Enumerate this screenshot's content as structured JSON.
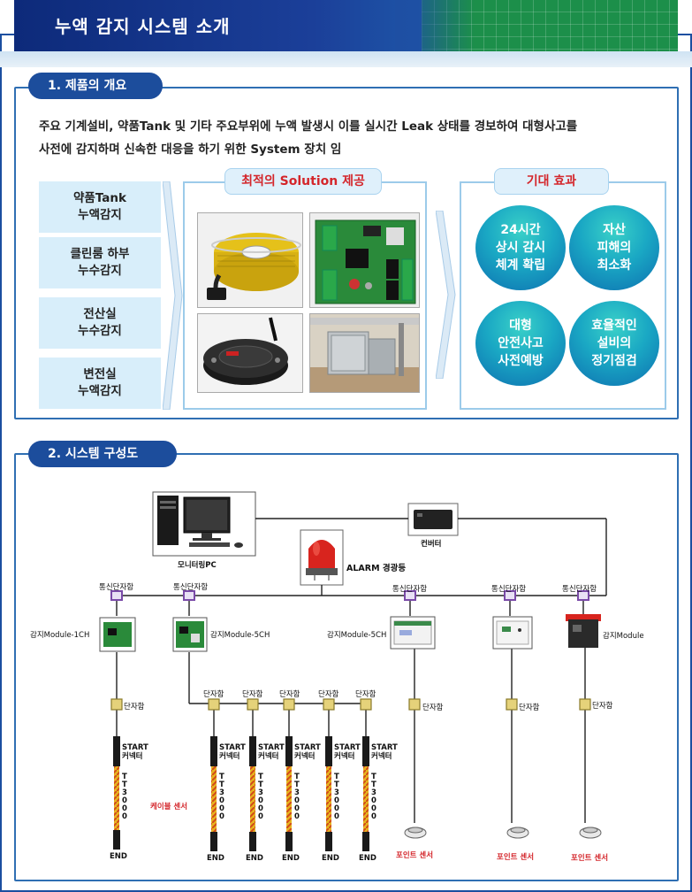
{
  "header": {
    "title": "누액 감지 시스템 소개"
  },
  "section1": {
    "tab": "1. 제품의 개요",
    "intro_line1": "주요 기계설비, 약품Tank 및 기타 주요부위에 누액 발생시 이를 실시간 Leak 상태를  경보하여 대형사고를",
    "intro_line2": "사전에 감지하며 신속한 대응을 하기 위한 System 장치 임",
    "applications": [
      {
        "line1": "약품Tank",
        "line2": "누액감지"
      },
      {
        "line1": "클린룸 하부",
        "line2": "누수감지"
      },
      {
        "line1": "전산실",
        "line2": "누수감지"
      },
      {
        "line1": "변전실",
        "line2": "누액감지"
      }
    ],
    "solution_title": "최적의 Solution 제공",
    "effects_title": "기대 효과",
    "effects": [
      {
        "line1": "24시간",
        "line2": "상시 감시",
        "line3": "체계 확립"
      },
      {
        "line1": "자산",
        "line2": "피해의",
        "line3": "최소화"
      },
      {
        "line1": "대형",
        "line2": "안전사고",
        "line3": "사전예방"
      },
      {
        "line1": "효율적인",
        "line2": "설비의",
        "line3": "정기점검"
      }
    ]
  },
  "section2": {
    "tab": "2. 시스템 구성도",
    "monitoring_pc": "모니터링PC",
    "converter": "컨버터",
    "alarm": "ALARM 경광등",
    "comm_terminal": "통신단자함",
    "module_1ch": "감지Module-1CH",
    "module_5ch_a": "감지Module-5CH",
    "module_5ch_b": "감지Module-5CH",
    "module_plain": "감지Module",
    "terminal": "단자함",
    "start": "START",
    "connector": "커넥터",
    "cable_model": "TT3000",
    "end": "END",
    "cable_sensor": "케이블 센서",
    "point_sensor": "포인트 센서"
  },
  "colors": {
    "header_blue": "#1b3f99",
    "section_border": "#2f6fb3",
    "tab_blue": "#1c4d9c",
    "accent_red": "#d4262b",
    "app_bg": "#d8eefa",
    "circle_teal": "#1aa8c4"
  }
}
